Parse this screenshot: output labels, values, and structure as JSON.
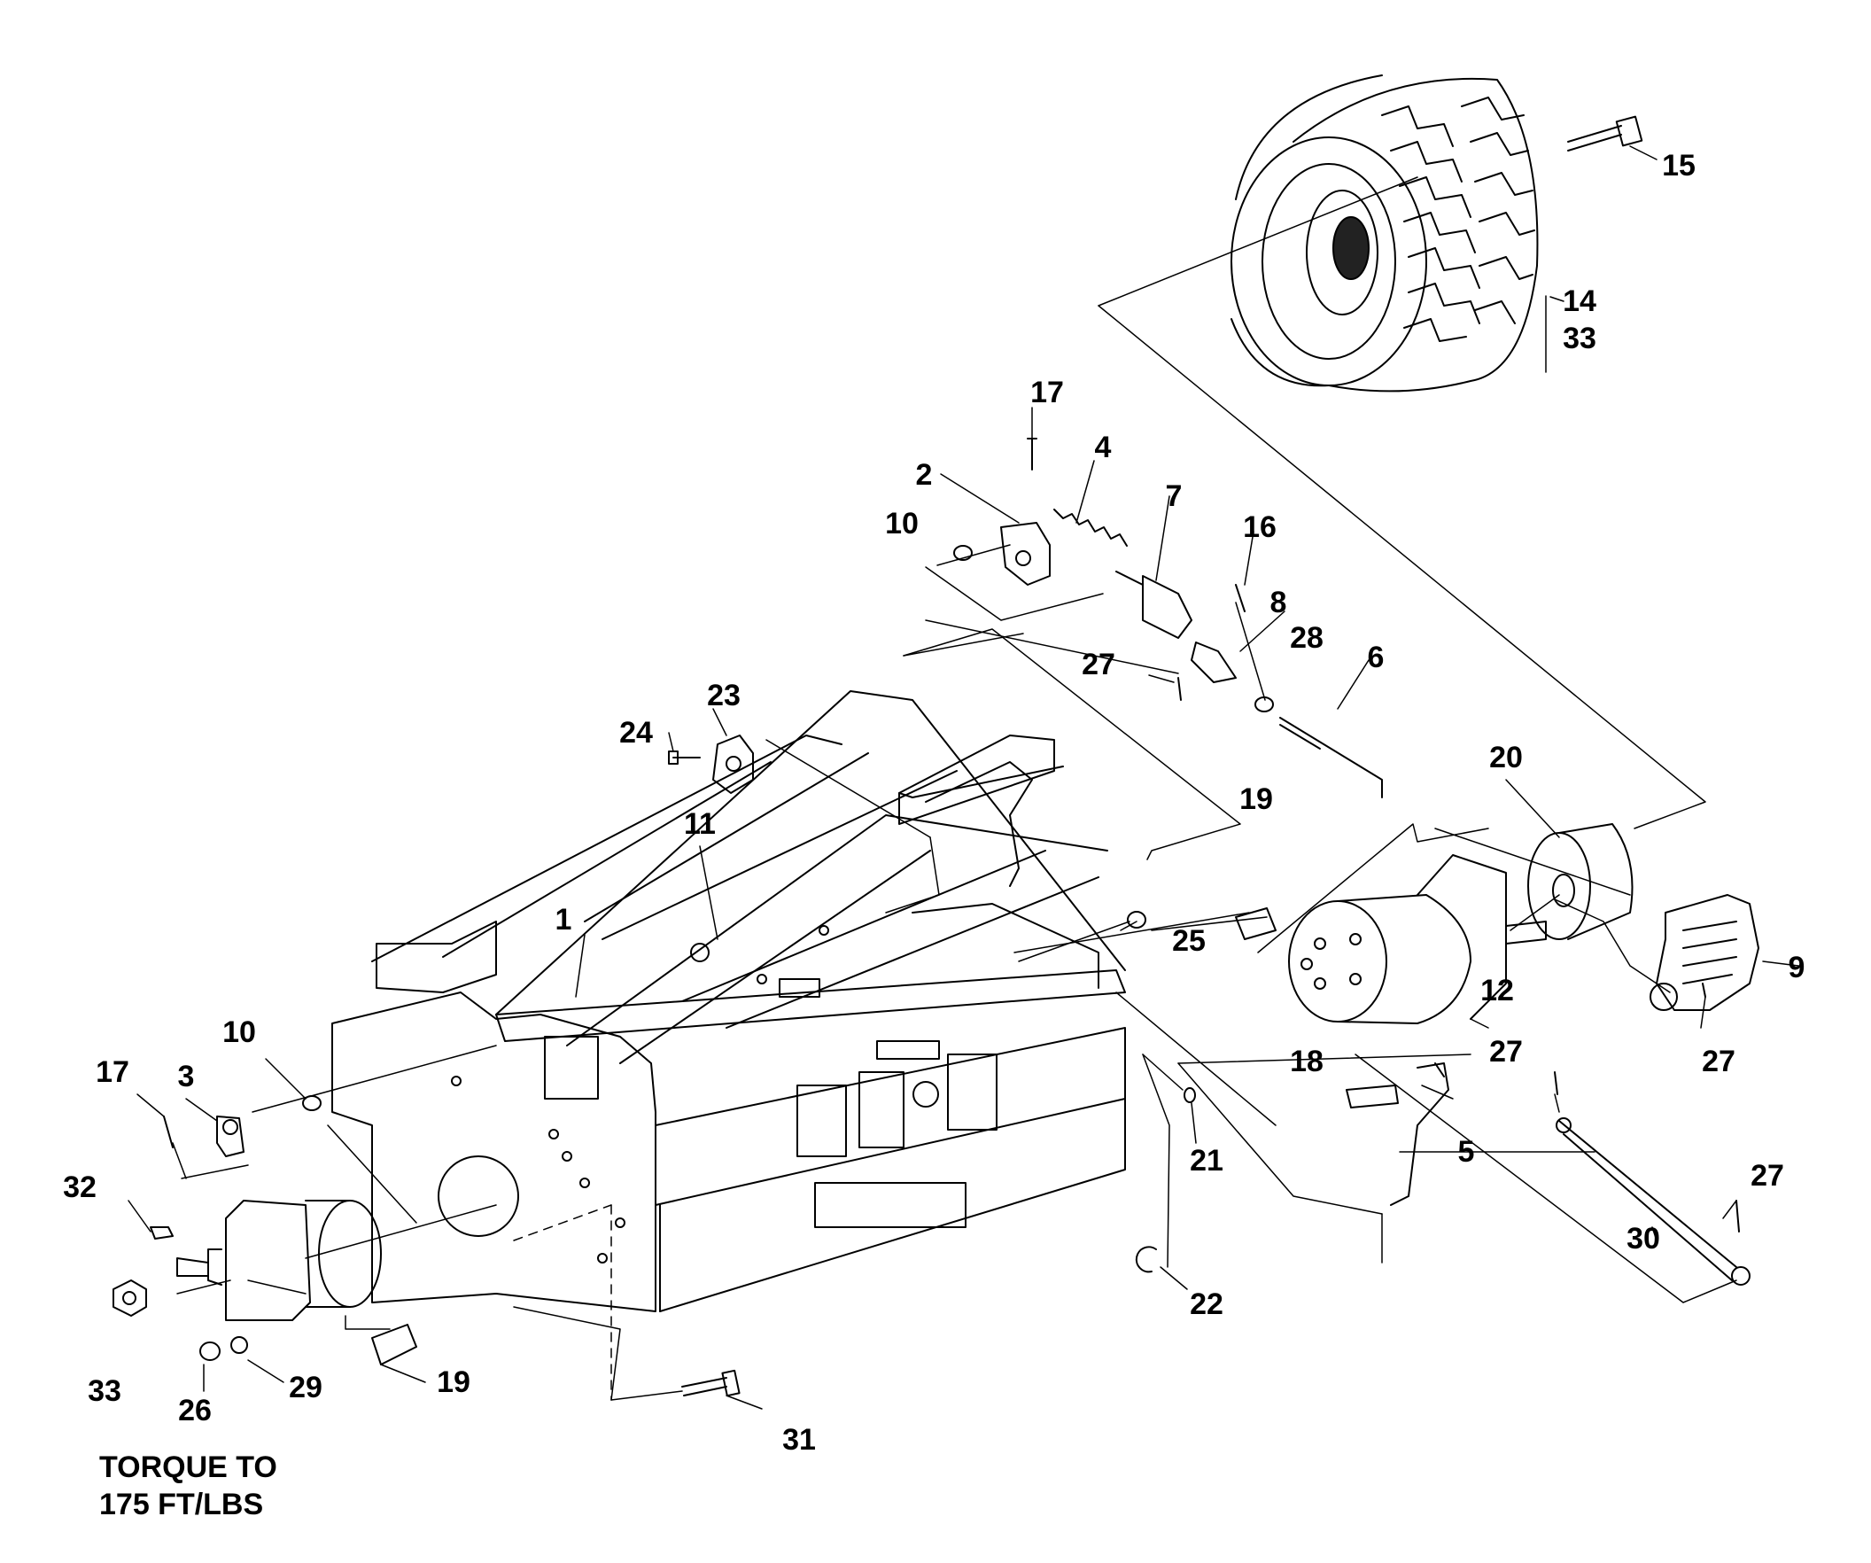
{
  "callouts": {
    "c1": "1",
    "c2": "2",
    "c3": "3",
    "c4": "4",
    "c5": "5",
    "c6": "6",
    "c7": "7",
    "c8": "8",
    "c9": "9",
    "c10a": "10",
    "c10b": "10",
    "c11": "11",
    "c12": "12",
    "c14": "14",
    "c15": "15",
    "c16": "16",
    "c17a": "17",
    "c17b": "17",
    "c18": "18",
    "c19a": "19",
    "c19b": "19",
    "c20": "20",
    "c21": "21",
    "c22": "22",
    "c23": "23",
    "c24": "24",
    "c25": "25",
    "c26": "26",
    "c27a": "27",
    "c27b": "27",
    "c27c": "27",
    "c27d": "27",
    "c28": "28",
    "c29": "29",
    "c30": "30",
    "c31": "31",
    "c32": "32",
    "c33a": "33",
    "c33b": "33"
  },
  "note": {
    "line1": "TORQUE TO",
    "line2": "175 FT/LBS"
  }
}
